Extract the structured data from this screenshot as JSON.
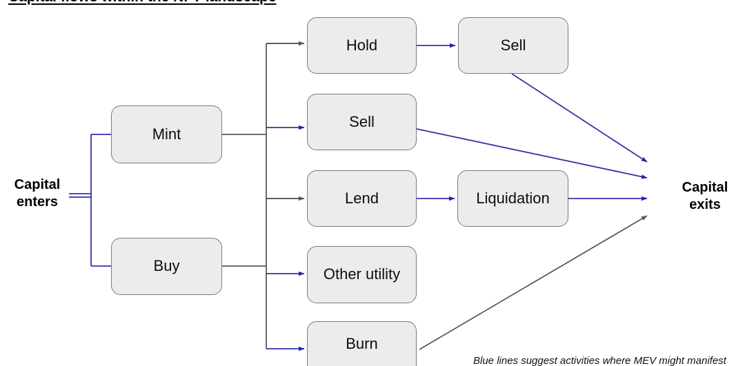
{
  "title": "Capital flows within the NFT landscape",
  "footnote": "Blue lines suggest activities where MEV might manifest",
  "colors": {
    "mev_blue": "#3333aa",
    "neutral_gray": "#595959",
    "node_fill": "#ececec",
    "node_border": "#7a7a7a",
    "background": "#ffffff"
  },
  "endpoints": {
    "start": {
      "line1": "Capital",
      "line2": "enters"
    },
    "end": {
      "line1": "Capital",
      "line2": "exits"
    }
  },
  "nodes": [
    {
      "id": "mint",
      "label": "Mint",
      "column": 1
    },
    {
      "id": "buy",
      "label": "Buy",
      "column": 1
    },
    {
      "id": "hold",
      "label": "Hold",
      "column": 2
    },
    {
      "id": "sell_mid",
      "label": "Sell",
      "column": 2
    },
    {
      "id": "lend",
      "label": "Lend",
      "column": 2
    },
    {
      "id": "other",
      "label": "Other utility",
      "column": 2
    },
    {
      "id": "burn",
      "label": "Burn",
      "column": 2
    },
    {
      "id": "sell_right",
      "label": "Sell",
      "column": 3
    },
    {
      "id": "liquidation",
      "label": "Liquidation",
      "column": 3
    }
  ],
  "edges": [
    {
      "from": "start",
      "to": "mint",
      "style": "mev"
    },
    {
      "from": "start",
      "to": "buy",
      "style": "mev"
    },
    {
      "from": "mint",
      "to": "hold",
      "style": "neutral"
    },
    {
      "from": "mint",
      "to": "sell_mid",
      "style": "mev"
    },
    {
      "from": "buy",
      "to": "lend",
      "style": "neutral"
    },
    {
      "from": "buy",
      "to": "other",
      "style": "mev"
    },
    {
      "from": "buy",
      "to": "burn",
      "style": "mev"
    },
    {
      "from": "hold",
      "to": "sell_right",
      "style": "mev"
    },
    {
      "from": "lend",
      "to": "liquidation",
      "style": "mev"
    },
    {
      "from": "sell_right",
      "to": "end",
      "style": "mev"
    },
    {
      "from": "sell_mid",
      "to": "end",
      "style": "mev"
    },
    {
      "from": "liquidation",
      "to": "end",
      "style": "mev"
    },
    {
      "from": "burn",
      "to": "end",
      "style": "neutral"
    }
  ]
}
